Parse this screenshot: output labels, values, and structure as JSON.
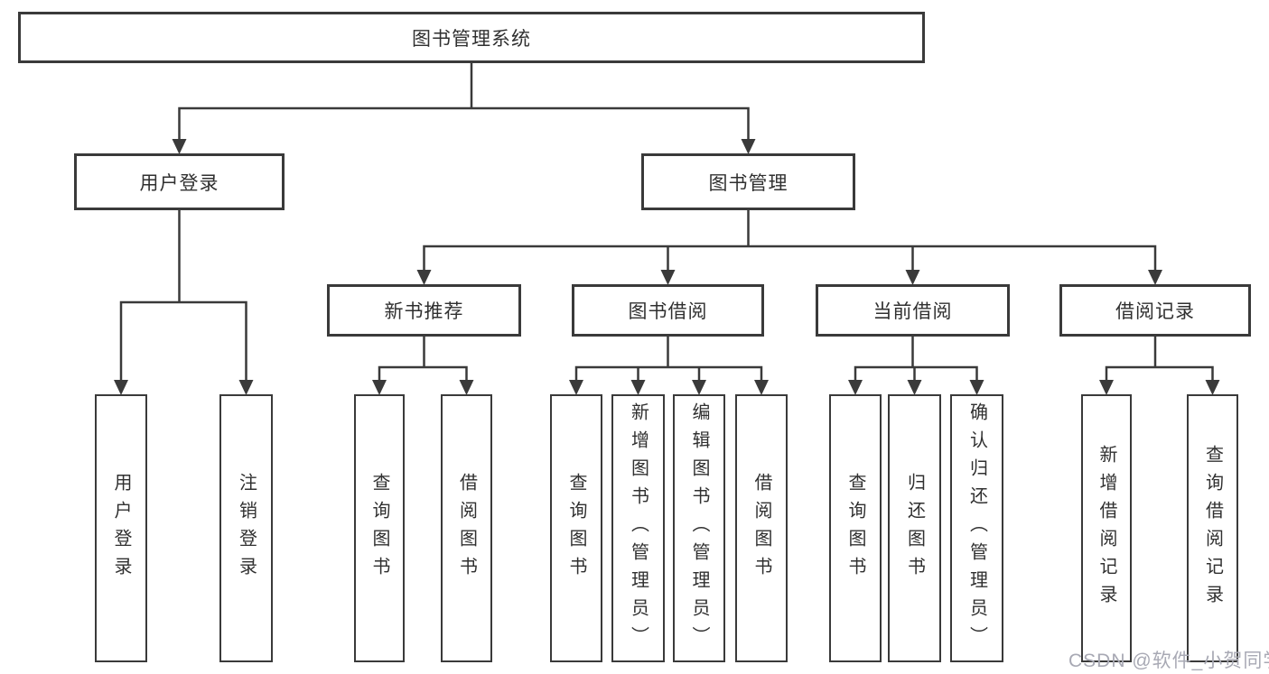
{
  "tree": {
    "label": "图书管理系统",
    "children": [
      {
        "label": "用户登录",
        "children": [
          {
            "label": "用户登录"
          },
          {
            "label": "注销登录"
          }
        ]
      },
      {
        "label": "图书管理",
        "children": [
          {
            "label": "新书推荐",
            "children": [
              {
                "label": "查询图书"
              },
              {
                "label": "借阅图书"
              }
            ]
          },
          {
            "label": "图书借阅",
            "children": [
              {
                "label": "查询图书"
              },
              {
                "label": "新增图书（管理员）"
              },
              {
                "label": "编辑图书（管理员）"
              },
              {
                "label": "借阅图书"
              }
            ]
          },
          {
            "label": "当前借阅",
            "children": [
              {
                "label": "查询图书"
              },
              {
                "label": "归还图书"
              },
              {
                "label": "确认归还（管理员）"
              }
            ]
          },
          {
            "label": "借阅记录",
            "children": [
              {
                "label": "新增借阅记录"
              },
              {
                "label": "查询借阅记录"
              }
            ]
          }
        ]
      }
    ]
  },
  "watermark": {
    "text": "CSDN @软件_小贺同学"
  },
  "colors": {
    "line": "#3a3a3a",
    "box_border": "#3a3a3a",
    "box_background": "#ffffff",
    "text": "#303030",
    "watermark_text": "#a8a9b4"
  }
}
